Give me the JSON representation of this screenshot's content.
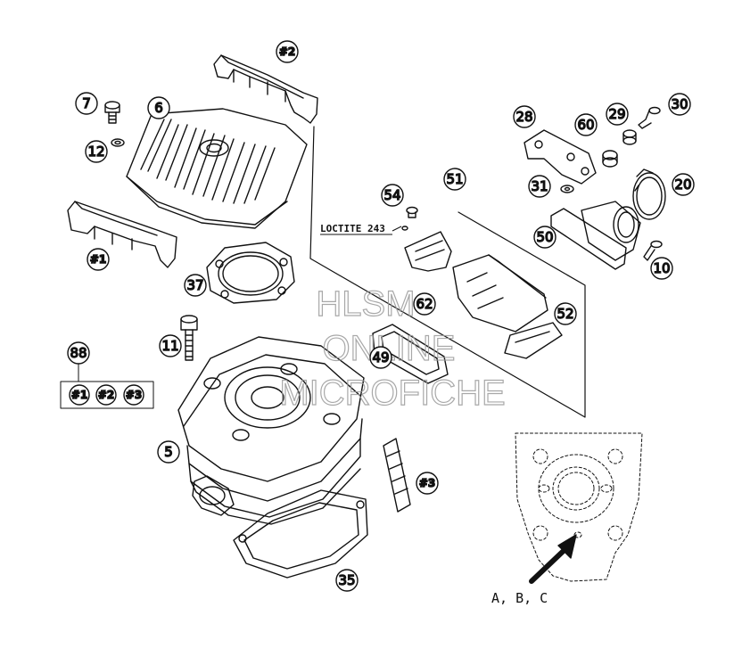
{
  "watermark": {
    "line1": "HLSM",
    "line2": "ONLINE",
    "line3": "MICROFICHE"
  },
  "note_loctite": "LOCTITE 243",
  "inset_callout": "A, B, C",
  "kit_label": "88",
  "kit_members": [
    "#1",
    "#2",
    "#3"
  ],
  "callouts": {
    "c2": "#2",
    "c7": "7",
    "c6": "6",
    "c12": "12",
    "c1": "#1",
    "c37": "37",
    "c11": "11",
    "c5": "5",
    "c35": "35",
    "c3": "#3",
    "c51": "51",
    "c54": "54",
    "c62": "62",
    "c49": "49",
    "c52": "52",
    "c28": "28",
    "c60": "60",
    "c29": "29",
    "c30": "30",
    "c31": "31",
    "c20": "20",
    "c50": "50",
    "c10": "10"
  }
}
